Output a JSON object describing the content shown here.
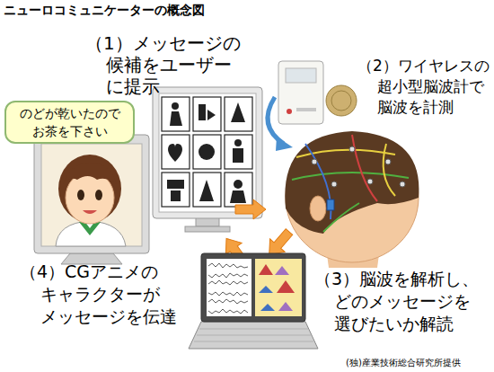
{
  "diagram": {
    "title": "ニューロコミュニケーターの概念図",
    "nodes": [
      {
        "text": [
          "のどが乾いたので お茶を下さい"
        ]
      }
    ],
    "labels": [
      "（1）メッセージの 候補をユーザー に提示",
      "（2）ワイヤレスの 超小型脳波計で 脳波を計測",
      "（3）脳波を解析し、 どのメッセージを 選びたいか解読",
      "（4）CGアニメの キャラクターが メッセージを伝達",
      "(独)産業技術総合研究所提供"
    ]
  }
}
